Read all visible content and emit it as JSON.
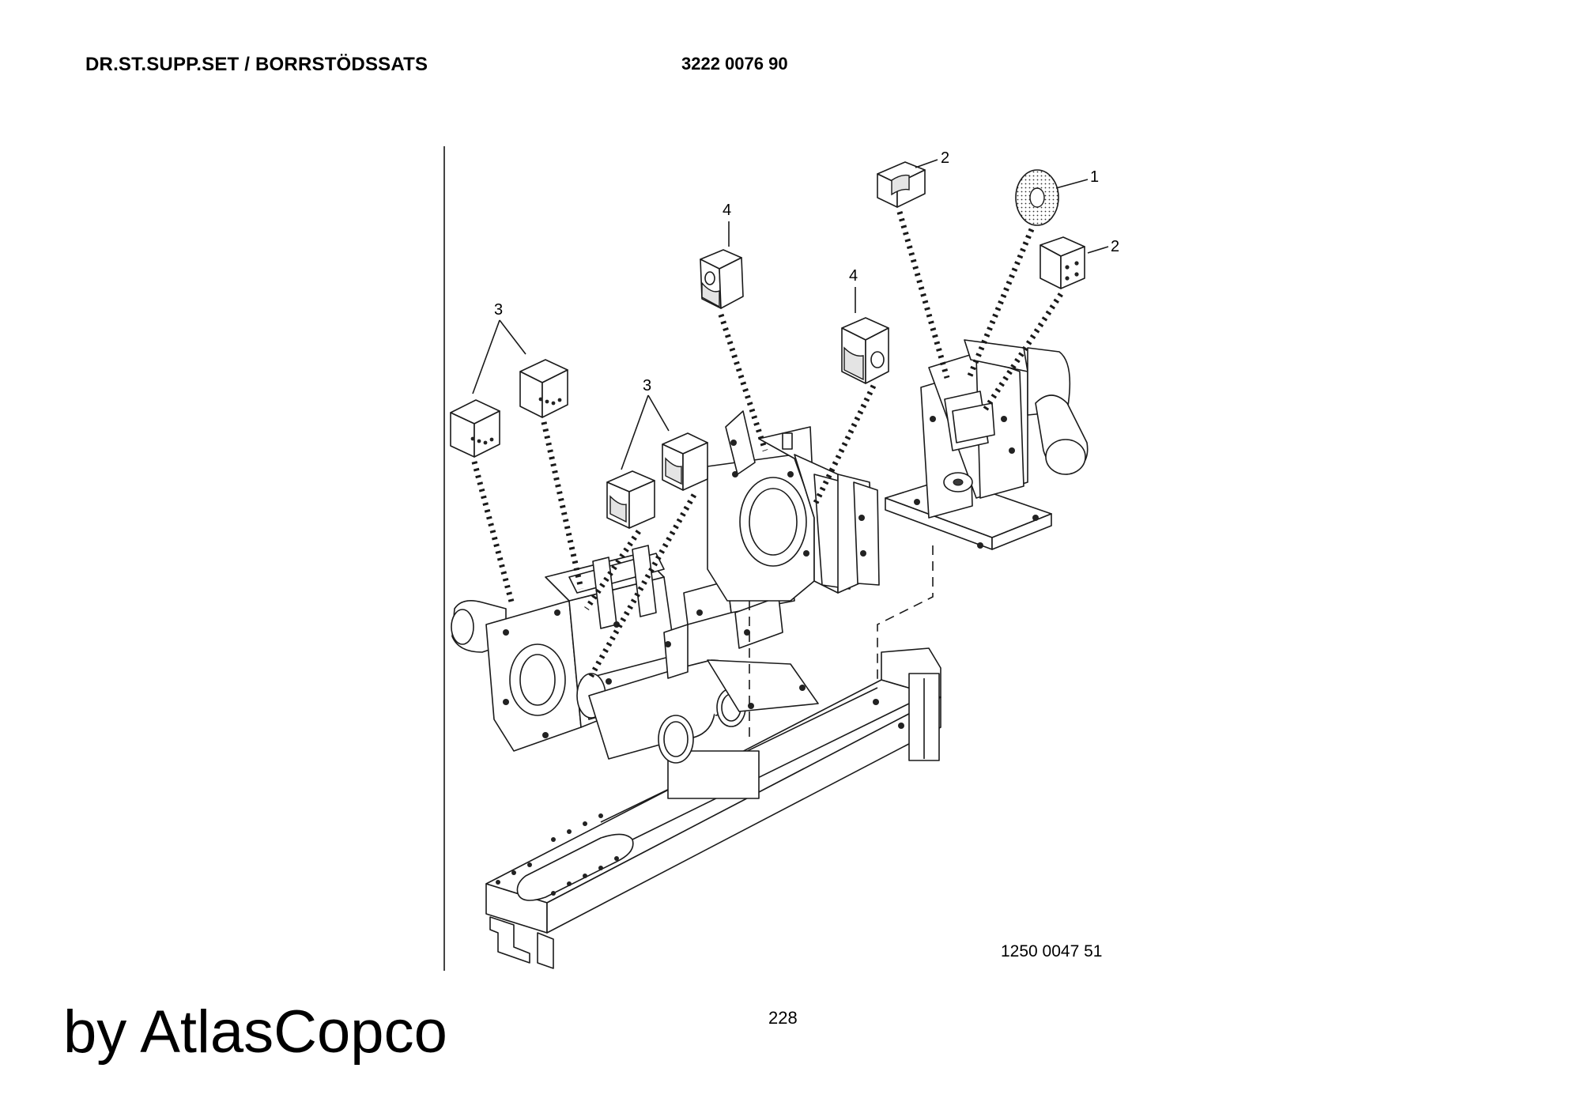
{
  "header": {
    "title": "DR.ST.SUPP.SET / BORRSTÖDSSATS",
    "part_number": "3222 0076 90"
  },
  "drawing": {
    "drawing_number": "1250 0047 51",
    "callouts": [
      "1",
      "2",
      "2",
      "3",
      "3",
      "4",
      "4"
    ]
  },
  "footer": {
    "page_number": "228",
    "watermark": "by AtlasCopco"
  }
}
